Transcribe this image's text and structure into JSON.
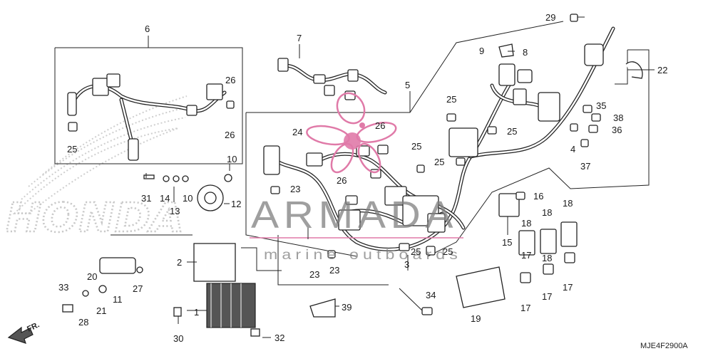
{
  "watermark": {
    "brand": "ARMADA",
    "tagline": "marine outboards",
    "logo_accent": "#e07aa8"
  },
  "background_brand": "HONDA",
  "diagram_code": "MJE4F2900A",
  "direction_label": "FR.",
  "callouts": [
    "1",
    "2",
    "3",
    "4",
    "5",
    "6",
    "7",
    "9",
    "8",
    "10",
    "10",
    "11",
    "12",
    "13",
    "14",
    "15",
    "16",
    "17",
    "17",
    "17",
    "17",
    "18",
    "18",
    "18",
    "18",
    "19",
    "20",
    "21",
    "22",
    "23",
    "23",
    "23",
    "24",
    "25",
    "25",
    "25",
    "25",
    "25",
    "25",
    "25",
    "26",
    "26",
    "26",
    "26",
    "27",
    "28",
    "29",
    "30",
    "31",
    "32",
    "33",
    "34",
    "35",
    "36",
    "37",
    "38",
    "39"
  ]
}
